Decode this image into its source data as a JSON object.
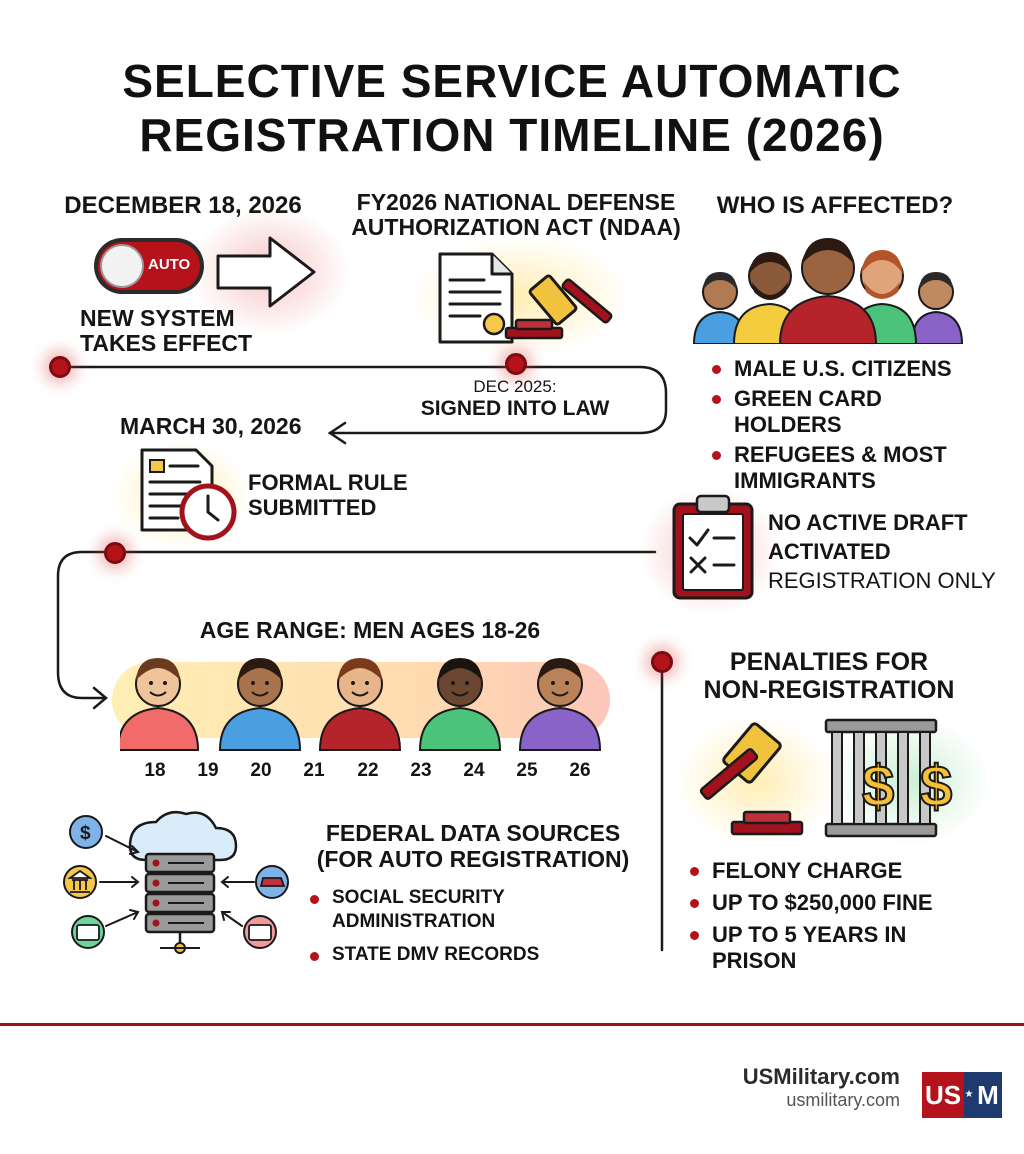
{
  "title": {
    "line1": "SELECTIVE SERVICE AUTOMATIC",
    "line2": "REGISTRATION TIMELINE (2026)"
  },
  "milestones": {
    "effective": {
      "date": "DECEMBER 18, 2026",
      "toggle_label": "AUTO",
      "caption_line1": "NEW SYSTEM",
      "caption_line2": "TAKES EFFECT"
    },
    "ndaa": {
      "title_line1": "FY2026 NATIONAL DEFENSE",
      "title_line2": "AUTHORIZATION ACT (NDAA)",
      "date": "DEC 2025:",
      "caption": "SIGNED INTO LAW"
    },
    "rule": {
      "date": "MARCH 30, 2026",
      "caption_line1": "FORMAL RULE",
      "caption_line2": "SUBMITTED"
    }
  },
  "affected": {
    "title": "WHO IS AFFECTED?",
    "items": [
      "MALE U.S. CITIZENS",
      "GREEN CARD HOLDERS",
      "REFUGEES & MOST IMMIGRANTS"
    ]
  },
  "draft": {
    "line1": "NO ACTIVE DRAFT",
    "line2": "ACTIVATED",
    "line3": "REGISTRATION ONLY"
  },
  "age_range": {
    "title": "AGE RANGE: MEN AGES 18-26",
    "ages": [
      "18",
      "19",
      "20",
      "21",
      "22",
      "23",
      "24",
      "25",
      "26"
    ],
    "shirt_colors": [
      "#f26b6b",
      "#4a9fe0",
      "#b5232b",
      "#4cc37a",
      "#8a63c9"
    ]
  },
  "data_sources": {
    "title_line1": "FEDERAL DATA SOURCES",
    "title_line2": "(FOR AUTO REGISTRATION)",
    "items": [
      "SOCIAL SECURITY ADMINISTRATION",
      "STATE DMV RECORDS"
    ]
  },
  "penalties": {
    "title_line1": "PENALTIES FOR",
    "title_line2": "NON-REGISTRATION",
    "items": [
      "FELONY CHARGE",
      "UP TO $250,000 FINE",
      "UP TO 5 YEARS IN PRISON"
    ]
  },
  "footer": {
    "brand": "USMilitary.com",
    "url": "usmilitary.com",
    "logo_left": "US",
    "logo_star": "★",
    "logo_right": "M"
  },
  "colors": {
    "accent_red": "#b5121b",
    "brand_navy": "#1e3a6e"
  }
}
